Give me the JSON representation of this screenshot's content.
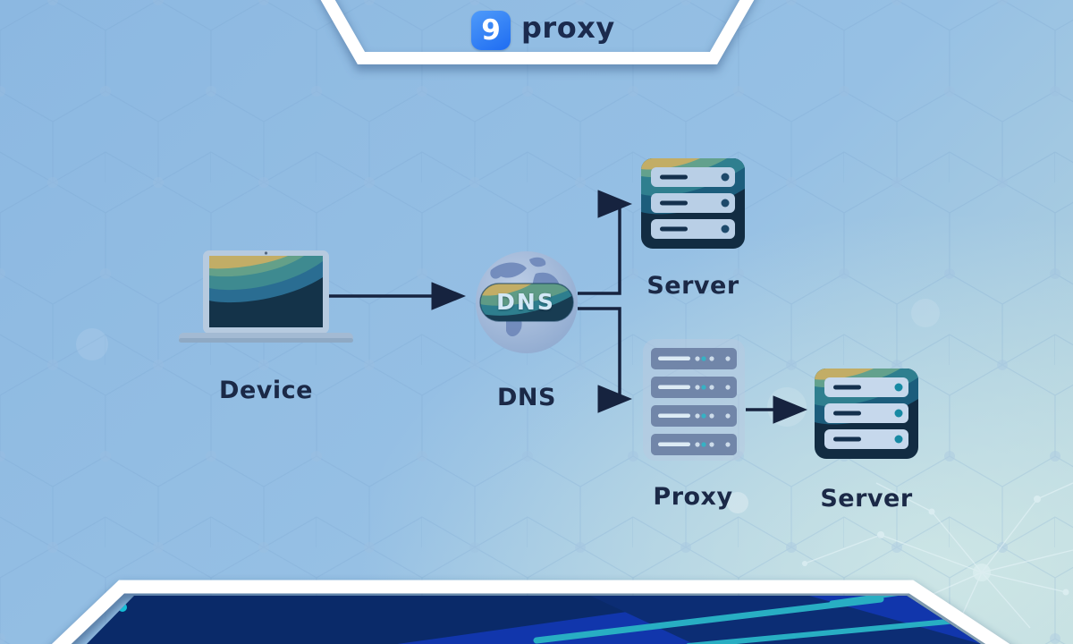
{
  "header": {
    "logo": {
      "mark": "9",
      "name": "proxy"
    }
  },
  "diagram": {
    "device": {
      "label": "Device"
    },
    "dns": {
      "label": "DNS",
      "badge": "DNS"
    },
    "server_top": {
      "label": "Server"
    },
    "proxy": {
      "label": "Proxy"
    },
    "server_bottom": {
      "label": "Server"
    },
    "flow": [
      {
        "from": "device",
        "to": "dns"
      },
      {
        "from": "dns",
        "to": "server_top"
      },
      {
        "from": "dns",
        "to": "proxy"
      },
      {
        "from": "proxy",
        "to": "server_bottom"
      }
    ]
  },
  "colors": {
    "background_light_blue": "#8cb8e1",
    "background_seafoam": "#b9d7dd",
    "label_navy": "#1b2947",
    "arrow_navy": "#16233f",
    "logo_blue": "#2e7cf6",
    "logo_text_navy": "#1b2b4e",
    "banner_navy": "#0a2a69",
    "banner_royal_blue": "#1136ac",
    "banner_teal_streak": "#28aec3",
    "icon_gold": "#c2ad66",
    "icon_sage": "#63a18d",
    "icon_teal": "#2f7f8f",
    "icon_dark_navy": "#132e45",
    "server_bar_light": "#b9cfe6",
    "proxy_bar_slate": "#6e82a5",
    "teal_dot": "#1789a3"
  }
}
